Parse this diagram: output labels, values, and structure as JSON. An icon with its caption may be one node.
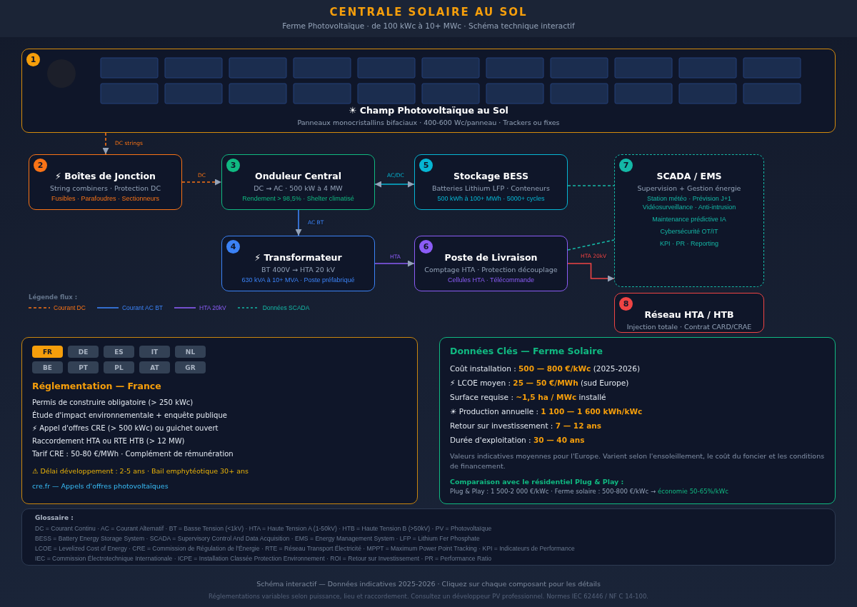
{
  "diagram": {
    "title": "CENTRALE SOLAIRE AU SOL",
    "nodes": [
      {
        "text": [
          "1",
          "☀ Champ Photovoltaïque au Sol",
          "Panneaux monocristallins bifaciaux · 400-600 Wc/panneau · Trackers ou fixes"
        ]
      },
      {
        "text": [
          "2",
          "⚡ Boîtes de Jonction",
          "String combiners · Protection DC",
          "Fusibles · Parafoudres · Sectionneurs"
        ]
      },
      {
        "text": [
          "3",
          "Onduleur Central",
          "DC → AC · 500 kW à 4 MW",
          "Rendement > 98,5% · Shelter climatisé"
        ]
      },
      {
        "text": [
          "4",
          "⚡ Transformateur",
          "BT 400V → HTA 20 kV",
          "630 kVA à 10+ MVA · Poste préfabriqué"
        ]
      },
      {
        "text": [
          "5",
          "Stockage BESS",
          "Batteries Lithium LFP · Conteneurs",
          "500 kWh à 100+ MWh · 5000+ cycles"
        ]
      },
      {
        "text": [
          "6",
          "Poste de Livraison",
          "Comptage HTA · Protection découplage",
          "Cellules HTA · Télécommande"
        ]
      },
      {
        "text": [
          "7",
          "SCADA / EMS",
          "Supervision + Gestion énergie",
          "Station météo · Prévision J+1",
          "Vidéosurveillance · Anti-intrusion",
          "Maintenance prédictive IA",
          "Cybersécurité OT/IT",
          "KPI · PR · Reporting"
        ]
      },
      {
        "text": [
          "8",
          "Réseau HTA / HTB",
          "Injection totale · Contrat CARD/CRAE"
        ]
      },
      {
        "text": [
          "Réglementation — France",
          "Permis de construire obligatoire (> 250 kWc)",
          "Étude d'impact environnementale + enquête publique",
          "⚡ Appel d'offres CRE (> 500 kWc) ou guichet ouvert",
          "Raccordement HTA ou RTE HTB (> 12 MW)",
          "Tarif CRE : 50-80 €/MWh · Complément de rémunération",
          "⚠ Délai développement : 2-5 ans · Bail emphytéotique 30+ ans",
          "cre.fr — Appels d'offres photovoltaïques"
        ]
      },
      {
        "text": [
          "FR"
        ],
        "in": 8
      },
      {
        "text": [
          "DE"
        ],
        "in": 8
      },
      {
        "text": [
          "ES"
        ],
        "in": 8
      },
      {
        "text": [
          "IT"
        ],
        "in": 8
      },
      {
        "text": [
          "NL"
        ],
        "in": 8
      },
      {
        "text": [
          "BE"
        ],
        "in": 8
      },
      {
        "text": [
          "PT"
        ],
        "in": 8
      },
      {
        "text": [
          "PL"
        ],
        "in": 8
      },
      {
        "text": [
          "AT"
        ],
        "in": 8
      },
      {
        "text": [
          "GR"
        ],
        "in": 8
      },
      {
        "text": [
          "Données Clés — Ferme Solaire",
          "Coût installation : **500 — 800 €/kWc** (2025-2026)",
          "⚡ LCOE moyen : **25 — 50 €/MWh** (sud Europe)",
          "Surface requise : **~1,5 ha / MWc** installé",
          "☀ Production annuelle : **1 100 — 1 600 kWh/kWc**",
          "Retour sur investissement : **7 — 12 ans**",
          "Durée d'exploitation : **30 — 40 ans**",
          "Valeurs indicatives moyennes pour l'Europe. Varient selon l'ensoleillement, le coût du foncier et les conditions de financement.",
          "Comparaison avec le résidentiel Plug & Play :",
          "Plug & Play : 1 500-2 000 €/kWc · Ferme solaire : 500-800 €/kWc → *économie 50-65%/kWc*"
        ]
      },
      {
        "text": [
          "Glossaire :",
          "DC = Courant Continu · AC = Courant Alternatif · BT = Basse Tension (<1kV) · HTA = Haute Tension A (1-50kV) · HTB = Haute Tension B (>50kV) · PV = Photovoltaïque",
          "BESS = Battery Energy Storage System · SCADA = Supervisory Control And Data Acquisition · EMS = Energy Management System · LFP = Lithium Fer Phosphate",
          "LCOE = Levelized Cost of Energy · CRE = Commission de Régulation de l'Énergie · RTE = Réseau Transport Électricité · MPPT = Maximum Power Point Tracking · KPI = Indicateurs de Performance",
          "IEC = Commission Électrotechnique Internationale · ICPE = Installation Classée Protection Environnement · ROI = Retour sur Investissement · PR = Performance Ratio"
        ]
      }
    ],
    "edges": [
      {
        "from": 0,
        "to": 1,
        "arrow": "to",
        "label": "DC strings",
        "style": "dashed",
        "color": "#f97316"
      },
      {
        "from": 1,
        "to": 2,
        "arrow": "to",
        "label": "DC",
        "style": "dashed",
        "color": "#f97316"
      },
      {
        "from": 2,
        "to": 4,
        "arrow": "both",
        "label": "AC/DC",
        "color": "#06b6d4"
      },
      {
        "from": 2,
        "to": 3,
        "arrow": "to",
        "label": "AC BT",
        "color": "#3b82f6"
      },
      {
        "from": 3,
        "to": 5,
        "arrow": "to",
        "label": "HTA",
        "color": "#8b5cf6"
      },
      {
        "from": 4,
        "to": 6,
        "arrow": "none",
        "style": "dashed",
        "color": "#14b8a6"
      },
      {
        "from": 5,
        "to": 6,
        "arrow": "to",
        "label": "HTA 20kV",
        "color": "#ef4444"
      },
      {
        "from": 5,
        "to": 6,
        "arrow": "none",
        "style": "dashed",
        "color": "#14b8a6"
      }
    ],
    "labels": [
      "Ferme Photovoltaïque · de 100 kWc à 10+ MWc · Schéma technique interactif",
      "Légende flux :",
      "Schéma interactif — Données indicatives 2025-2026 · Cliquez sur chaque composant pour les détails",
      "Réglementations variables selon puissance, lieu et raccordement. Consultez un développeur PV professionnel. Normes IEC 62446 / NF C 14-100."
    ],
    "legend": [
      {
        "text": "Courant DC"
      },
      {
        "text": "Courant AC BT"
      },
      {
        "text": "HTA 20kV"
      },
      {
        "text": "Données SCADA"
      }
    ]
  }
}
